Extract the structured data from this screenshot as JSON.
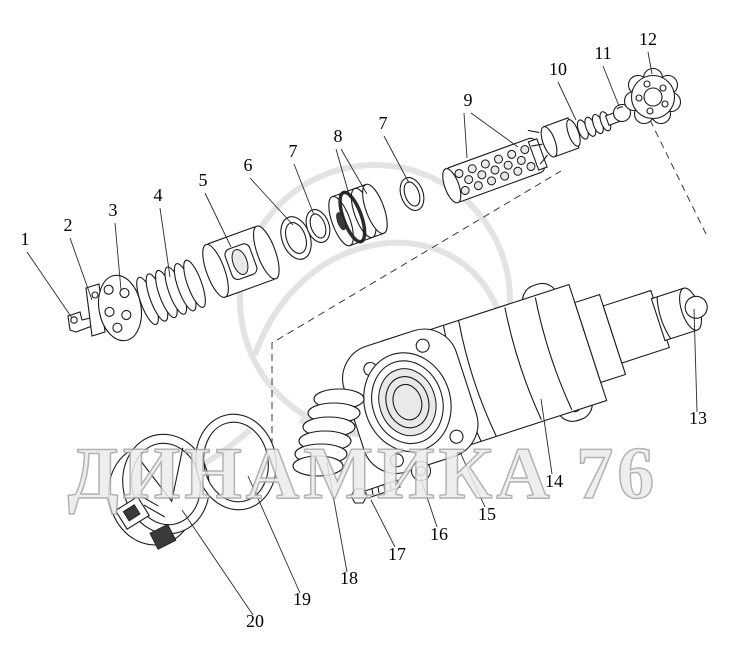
{
  "watermark": {
    "text": "ДИНАМИКА 76"
  },
  "colors": {
    "ink": "#1b1b1b",
    "watermark_gray": "#dcdcdc",
    "background": "#ffffff"
  },
  "callouts": [
    {
      "id": "1",
      "label": "1"
    },
    {
      "id": "2",
      "label": "2"
    },
    {
      "id": "3",
      "label": "3"
    },
    {
      "id": "4",
      "label": "4"
    },
    {
      "id": "5",
      "label": "5"
    },
    {
      "id": "6",
      "label": "6"
    },
    {
      "id": "7a",
      "label": "7"
    },
    {
      "id": "8",
      "label": "8"
    },
    {
      "id": "7b",
      "label": "7"
    },
    {
      "id": "9",
      "label": "9"
    },
    {
      "id": "10",
      "label": "10"
    },
    {
      "id": "11",
      "label": "11"
    },
    {
      "id": "12",
      "label": "12"
    },
    {
      "id": "13",
      "label": "13"
    },
    {
      "id": "14",
      "label": "14"
    },
    {
      "id": "15",
      "label": "15"
    },
    {
      "id": "16",
      "label": "16"
    },
    {
      "id": "17",
      "label": "17"
    },
    {
      "id": "18",
      "label": "18"
    },
    {
      "id": "19",
      "label": "19"
    },
    {
      "id": "20",
      "label": "20"
    }
  ]
}
